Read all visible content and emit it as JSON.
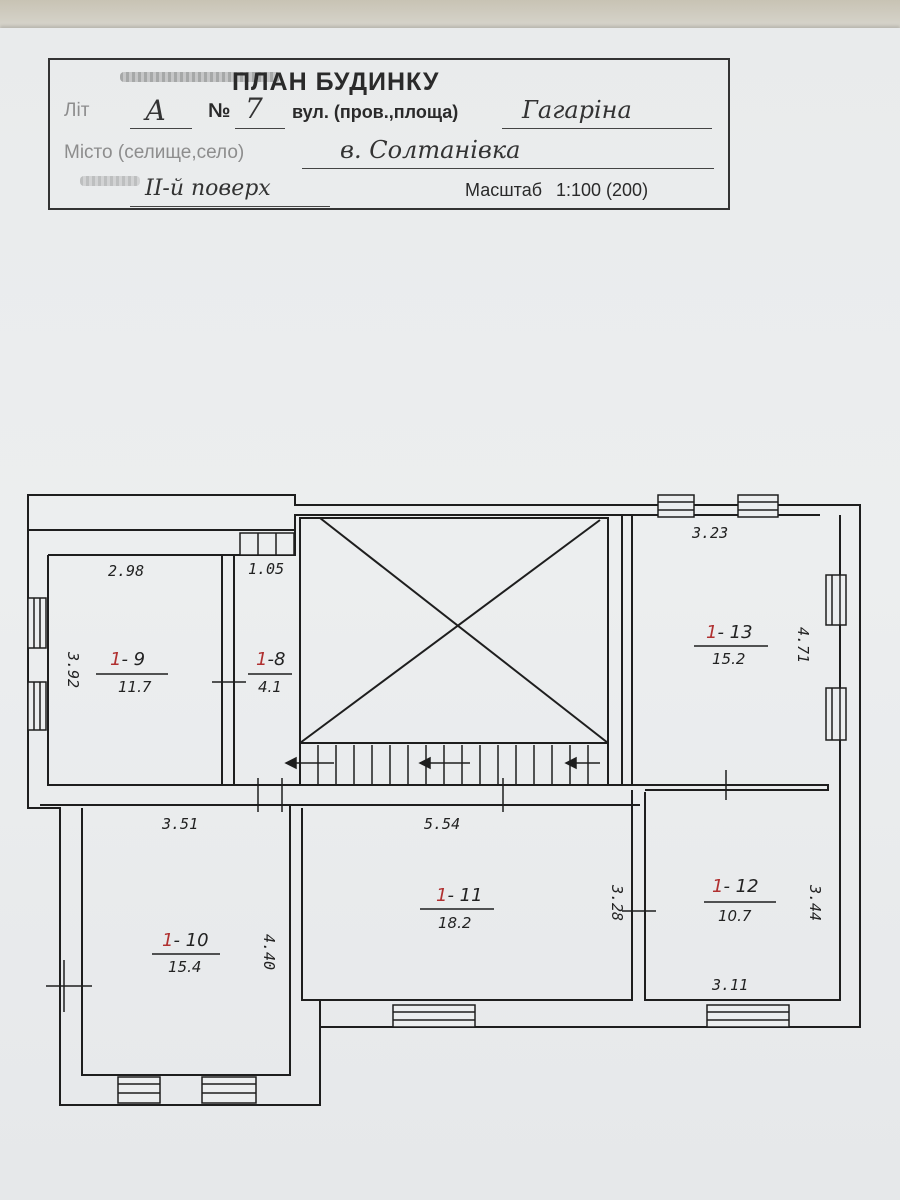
{
  "header": {
    "title": "ПЛАН БУДИНКУ",
    "lit_label": "Літ",
    "lit_value": "А",
    "number_label": "№",
    "number_value": "7",
    "street_label": "вул. (пров.,площа)",
    "street_value": "Гагаріна",
    "city_label": "Місто (селище,село)",
    "city_value": "в. Солтанівка",
    "floor_value": "ІІ-й поверх",
    "scale_label": "Масштаб",
    "scale_value": "1:100 (200)"
  },
  "rooms": [
    {
      "id": "1-9",
      "prefix": "1",
      "suffix": "- 9",
      "area": "11.7"
    },
    {
      "id": "1-8",
      "prefix": "1",
      "suffix": "-8",
      "area": "4.1"
    },
    {
      "id": "1-13",
      "prefix": "1",
      "suffix": "- 13",
      "area": "15.2"
    },
    {
      "id": "1-10",
      "prefix": "1",
      "suffix": "- 10",
      "area": "15.4"
    },
    {
      "id": "1-11",
      "prefix": "1",
      "suffix": "- 11",
      "area": "18.2"
    },
    {
      "id": "1-12",
      "prefix": "1",
      "suffix": "- 12",
      "area": "10.7"
    }
  ],
  "dimensions": {
    "d_298": "2.98",
    "d_105": "1.05",
    "d_392": "3.92",
    "d_323": "3.23",
    "d_471": "4.71",
    "d_351": "3.51",
    "d_554": "5.54",
    "d_328": "3.28",
    "d_440": "4.40",
    "d_344": "3.44",
    "d_311": "3.11"
  },
  "colors": {
    "line": "#1e1e1e",
    "room_id": "#b03030",
    "paper": "#eceeef"
  }
}
